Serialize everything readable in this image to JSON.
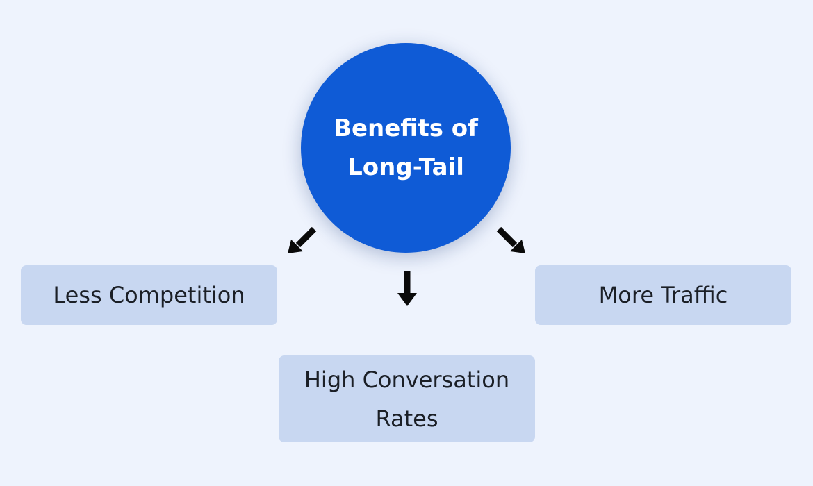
{
  "diagram": {
    "center": {
      "label": "Benefits of\nLong-Tail",
      "color": "#0f5bd6"
    },
    "nodes": [
      {
        "id": "left",
        "label": "Less Competition"
      },
      {
        "id": "bottom",
        "label": "High Conversation Rates"
      },
      {
        "id": "right",
        "label": "More Traffic"
      }
    ],
    "box_color": "#c8d7f1",
    "arrow_color": "#0a0a0a",
    "background": "#eef3fd"
  }
}
